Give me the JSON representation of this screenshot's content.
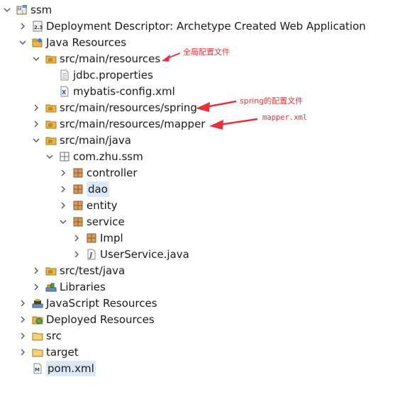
{
  "tree": {
    "root": "ssm",
    "deployment_descriptor": "Deployment Descriptor: Archetype Created Web Application",
    "java_resources": "Java Resources",
    "src_main_resources": "src/main/resources",
    "jdbc_properties": "jdbc.properties",
    "mybatis_config": "mybatis-config.xml",
    "src_main_resources_spring": "src/main/resources/spring",
    "src_main_resources_mapper": "src/main/resources/mapper",
    "src_main_java": "src/main/java",
    "package_root": "com.zhu.ssm",
    "pkg_controller": "controller",
    "pkg_dao": "dao",
    "pkg_entity": "entity",
    "pkg_service": "service",
    "pkg_impl": "Impl",
    "user_service": "UserService.java",
    "src_test_java": "src/test/java",
    "libraries": "Libraries",
    "javascript_resources": "JavaScript Resources",
    "deployed_resources": "Deployed Resources",
    "src": "src",
    "target": "target",
    "pom": "pom.xml"
  },
  "annotations": {
    "global_config": "全局配置文件",
    "spring_config": "spring的配置文件",
    "mapper_xml": "mapper.xml"
  },
  "colors": {
    "annotation": "#e8313a",
    "selection": "#dbe8f5",
    "folder": "#e8b64a",
    "package": "#b5814a"
  }
}
